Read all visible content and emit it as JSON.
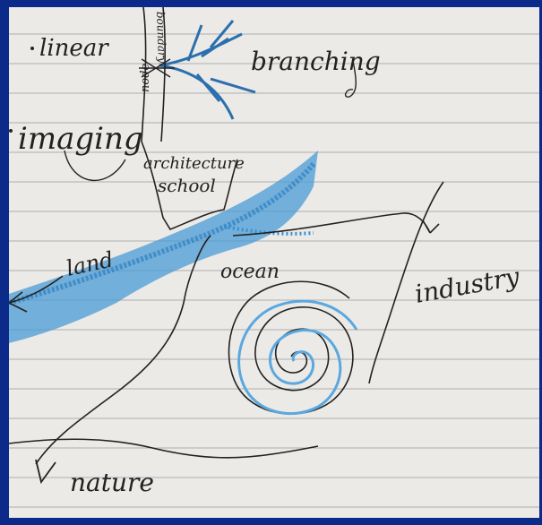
{
  "colors": {
    "border": "#0b2a8a",
    "paper": "#eceae6",
    "rule_line": "#9aa0a6",
    "ink": "#222222",
    "blue_ink": "#3a8fd0"
  },
  "labels": {
    "linear": "linear",
    "boundary": "boundary",
    "node": "node",
    "branching": "branching",
    "imaging": "imaging",
    "architecture": "architecture",
    "school": "school",
    "land": "land",
    "ocean": "ocean",
    "industry": "industry",
    "nature": "nature"
  }
}
